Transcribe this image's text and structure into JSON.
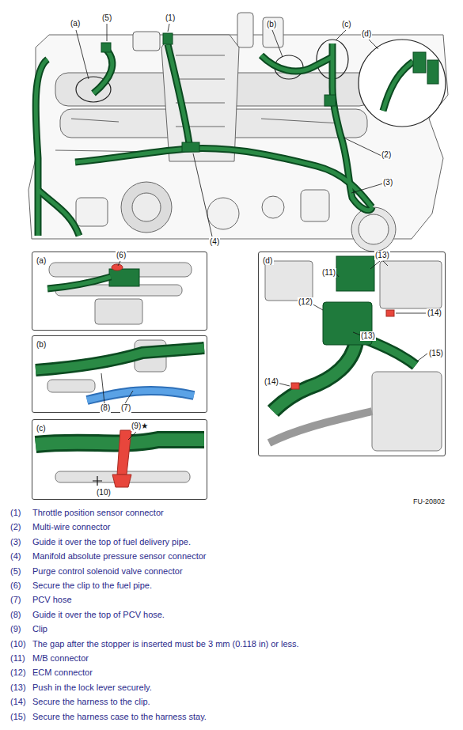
{
  "diagram": {
    "nodes": [
      {
        "text": [
          "(a)"
        ]
      },
      {
        "text": [
          "(b)"
        ]
      },
      {
        "text": [
          "(c)"
        ]
      },
      {
        "text": [
          "(d)"
        ]
      }
    ],
    "edges": [],
    "labels": [
      "(a)",
      "(5)",
      "(1)",
      "(b)",
      "(c)",
      "(d)",
      "(2)",
      "(3)",
      "(4)",
      "(6)",
      "(8)",
      "(7)",
      "(9)★",
      "(10)",
      "(13)",
      "(11)",
      "(12)",
      "(14)",
      "(13)",
      "(15)",
      "(14)",
      "FU-20802",
      "(1)",
      "Throttle position sensor connector",
      "(2)",
      "Multi-wire connector",
      "(3)",
      "Guide it over the top of fuel delivery pipe.",
      "(4)",
      "Manifold absolute pressure sensor connector",
      "(5)",
      "Purge control solenoid valve connector",
      "(6)",
      "Secure the clip to the fuel pipe.",
      "(7)",
      "PCV hose",
      "(8)",
      "Guide it over the top of PCV hose.",
      "(9)",
      "Clip",
      "(10)",
      "The gap after the stopper is inserted must be 3 mm (0.118 in) or less.",
      "(11)",
      "M/B connector",
      "(12)",
      "ECM connector",
      "(13)",
      "Push in the lock lever securely.",
      "(14)",
      "Secure the harness to the clip.",
      "(15)",
      "Secure the harness case to the harness stay."
    ]
  }
}
